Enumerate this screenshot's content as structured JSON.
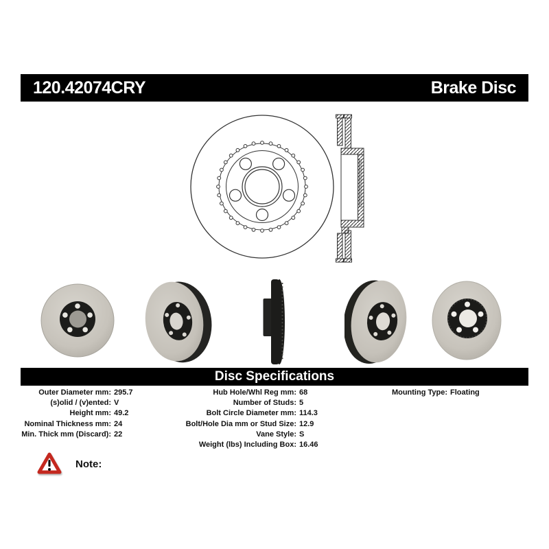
{
  "header": {
    "part_number": "120.42074CRY",
    "product_title": "Brake Disc",
    "bar_color": "#000000",
    "text_color": "#ffffff"
  },
  "technical_drawing": {
    "front_view_alt": "brake disc front view line drawing",
    "section_view_alt": "brake disc vented cross-section line drawing"
  },
  "product_photos": [
    {
      "alt": "rotor front view photo"
    },
    {
      "alt": "rotor angled view photo (facing left)"
    },
    {
      "alt": "rotor edge-on view photo"
    },
    {
      "alt": "rotor angled view photo (facing right)"
    },
    {
      "alt": "rotor front tilted view photo"
    }
  ],
  "section_title": "Disc Specifications",
  "specs": {
    "column1": [
      {
        "label": "Outer Diameter mm:",
        "value": "295.7"
      },
      {
        "label": "(s)olid / (v)ented:",
        "value": "V"
      },
      {
        "label": "Height mm:",
        "value": "49.2"
      },
      {
        "label": "Nominal Thickness mm:",
        "value": "24"
      },
      {
        "label": "Min. Thick mm (Discard):",
        "value": "22"
      }
    ],
    "column2": [
      {
        "label": "Hub Hole/Whl Reg mm:",
        "value": "68"
      },
      {
        "label": "Number of Studs:",
        "value": "5"
      },
      {
        "label": "Bolt Circle Diameter mm:",
        "value": "114.3"
      },
      {
        "label": "Bolt/Hole Dia mm or Stud Size:",
        "value": "12.9"
      },
      {
        "label": "Vane Style:",
        "value": "S"
      },
      {
        "label": "Weight (lbs) Including Box:",
        "value": "16.46"
      }
    ],
    "column3": [
      {
        "label": "Mounting Type:",
        "value": "Floating"
      }
    ]
  },
  "note": {
    "label": "Note:",
    "icon": "warning-triangle-icon",
    "icon_color": "#c4281f"
  }
}
